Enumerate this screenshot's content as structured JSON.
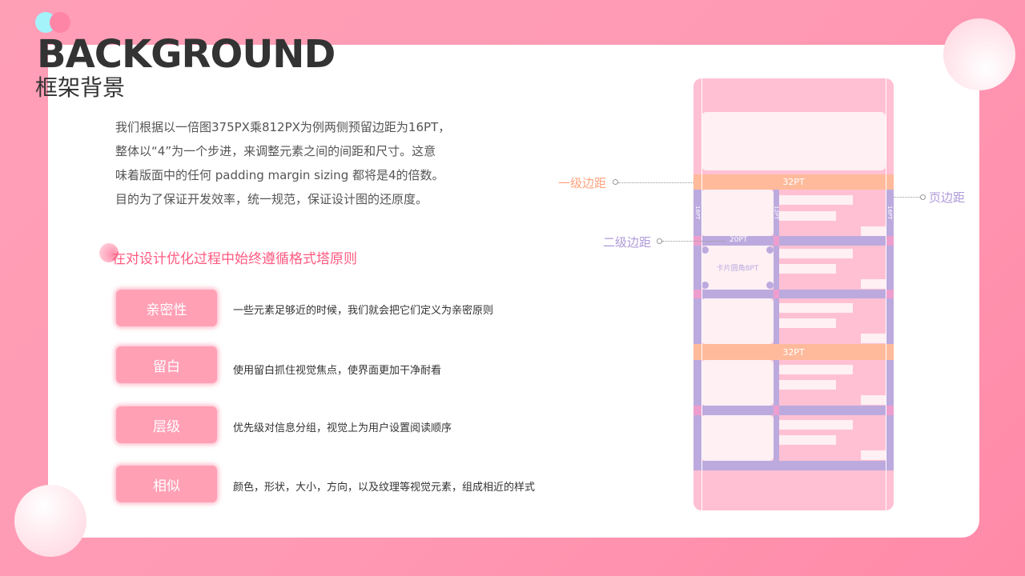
{
  "header": {
    "title": "BACKGROUND",
    "subtitle": "框架背景"
  },
  "intro": [
    "我们根据以一倍图375PX乘812PX为例两侧预留边距为16PT，",
    "整体以“4”为一个步进，来调整元素之间的间距和尺寸。这意",
    "味着版面中的任何 padding margin sizing 都将是4的倍数。",
    "目的为了保证开发效率，统一规范，保证设计图的还原度。"
  ],
  "principles_title": "在对设计优化过程中始终遵循格式塔原则",
  "principles": [
    {
      "label": "亲密性",
      "desc": "一些元素足够近的时候，我们就会把它们定义为亲密原则"
    },
    {
      "label": "留白",
      "desc": "使用留白抓住视觉焦点，使界面更加干净耐看"
    },
    {
      "label": "层级",
      "desc": "优先级对信息分组，视觉上为用户设置阅读顺序"
    },
    {
      "label": "相似",
      "desc": "颜色，形状，大小，方向，以及纹理等视觉元素，组成相近的样式"
    }
  ],
  "diagram": {
    "primary_margin": "一级边距",
    "page_margin": "页边距",
    "secondary_margin": "二级边距",
    "band_32": "32PT",
    "band_32b": "32PT",
    "band_20": "20PT",
    "side_16": "16PT",
    "side_16b": "16PT",
    "gap_12": "12PT",
    "card_radius": "卡片圆角8PT"
  },
  "colors": {
    "pink": "#ffa0b5",
    "orange": "#ffba9b",
    "purple": "#bcaade",
    "accent": "#ff5a80"
  }
}
